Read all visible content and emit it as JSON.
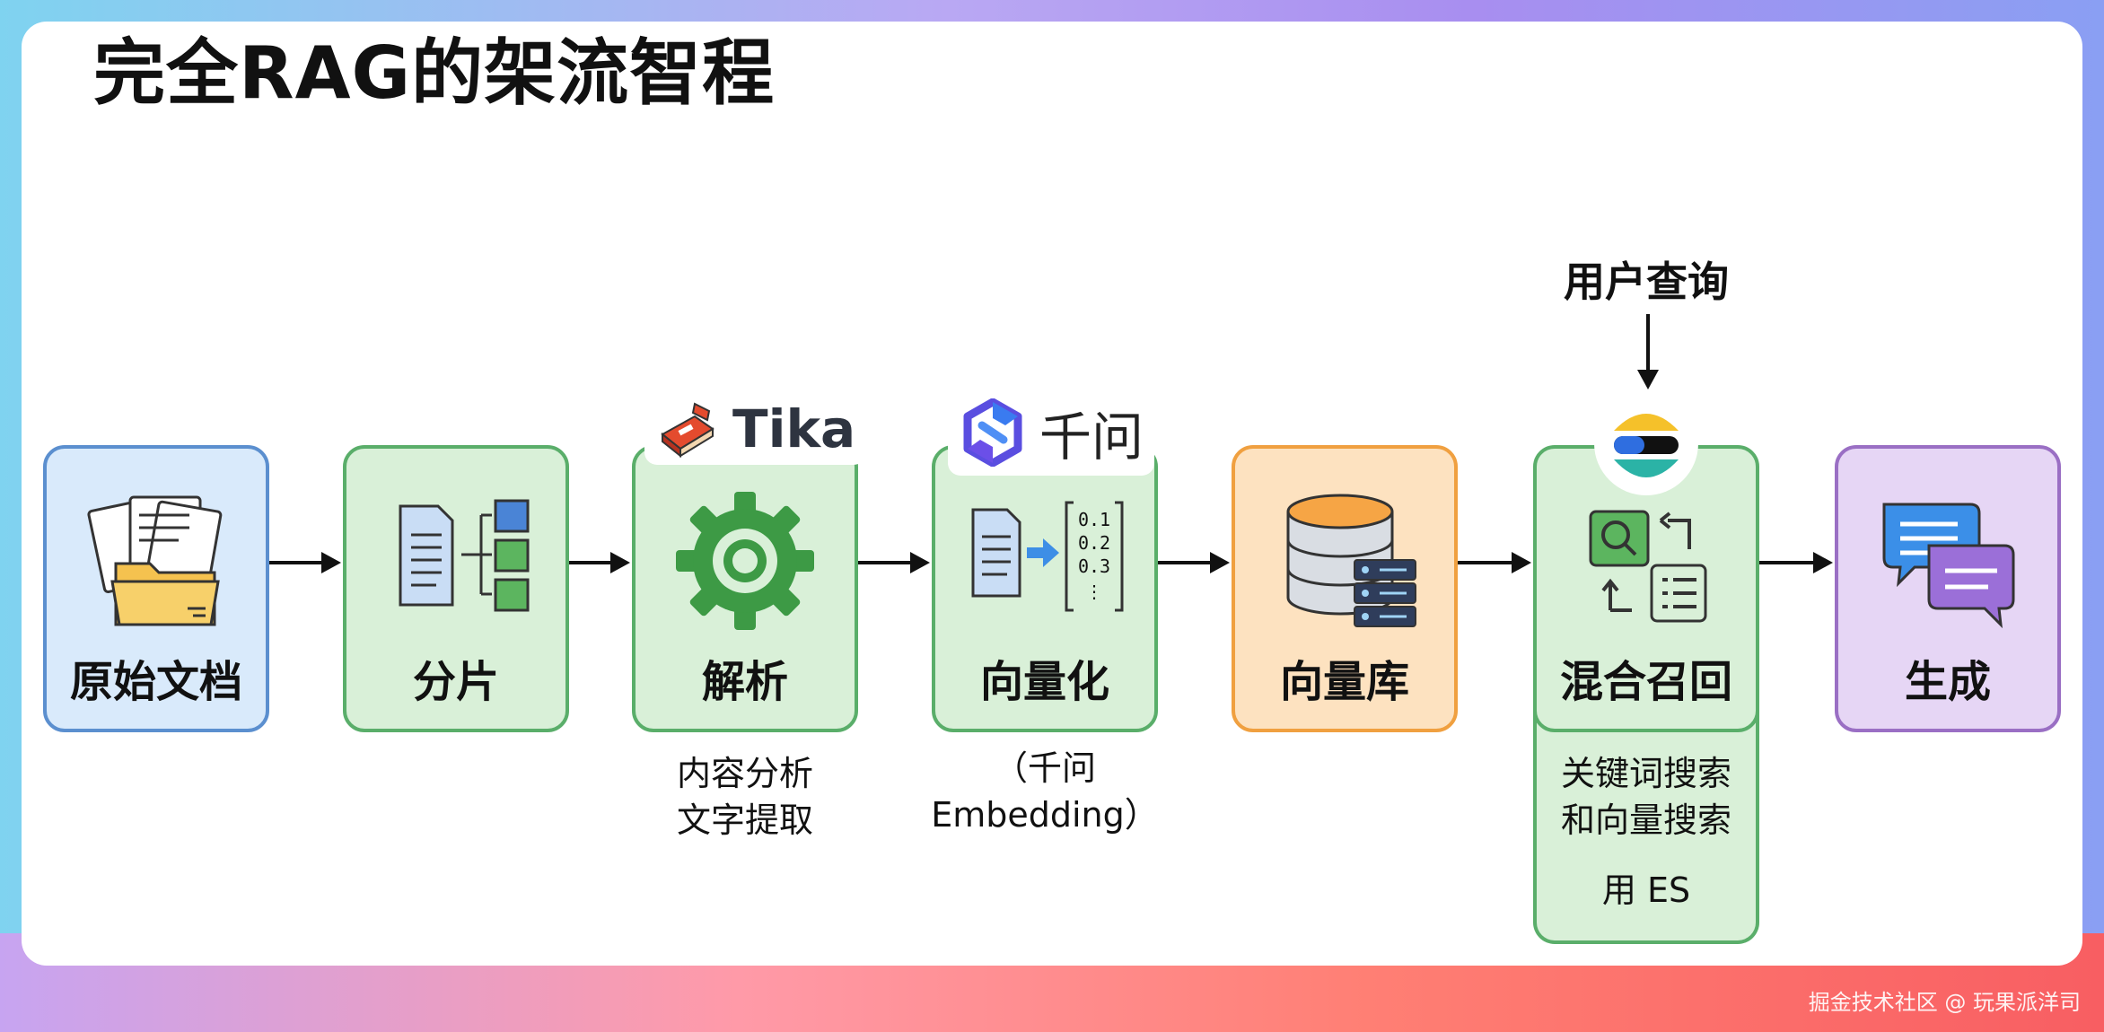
{
  "title": "完全RAG的架流智程",
  "stages": [
    {
      "label": "原始文档"
    },
    {
      "label": "分片"
    },
    {
      "label": "解析"
    },
    {
      "label": "向量化"
    },
    {
      "label": "向量库"
    },
    {
      "label": "混合召回"
    },
    {
      "label": "生成"
    }
  ],
  "tools": {
    "tika": "Tika",
    "qianwen": "千问"
  },
  "notes": {
    "parse_line1": "内容分析",
    "parse_line2": "文字提取",
    "embed": "（千问 Embedding）",
    "hybrid_line1": "关键词搜索",
    "hybrid_line2": "和向量搜索",
    "hybrid_line3": "用 ES"
  },
  "query_label": "用户查询",
  "vector_values": [
    "0.1",
    "0.2",
    "0.3",
    "⋮"
  ],
  "watermark": "掘金技术社区 @ 玩果派洋司"
}
